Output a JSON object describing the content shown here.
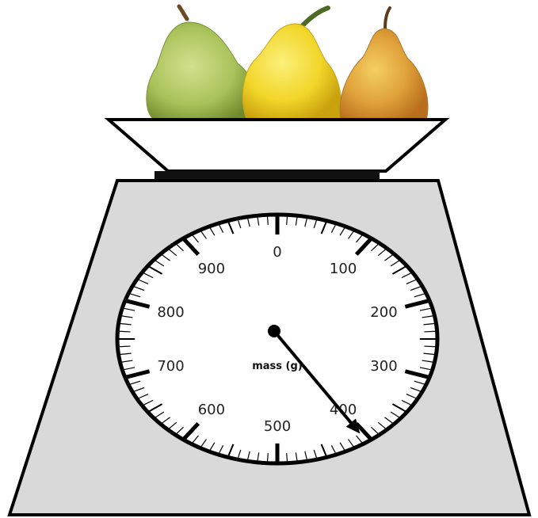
{
  "dial": {
    "unit_label": "mass (g)",
    "min": 0,
    "max": 1000,
    "major_labels": [
      "0",
      "100",
      "200",
      "300",
      "400",
      "500",
      "600",
      "700",
      "800",
      "900"
    ],
    "reading": 405
  },
  "fruits": [
    "green-pear",
    "yellow-pear",
    "orange-pear"
  ],
  "colors": {
    "scale_body": "#d9d9d9",
    "dial_face": "#ffffff",
    "outline": "#000000",
    "pan": "#ffffff",
    "pear_green": "#a9c25a",
    "pear_yellow": "#f2d62a",
    "pear_orange": "#e0a23a"
  }
}
